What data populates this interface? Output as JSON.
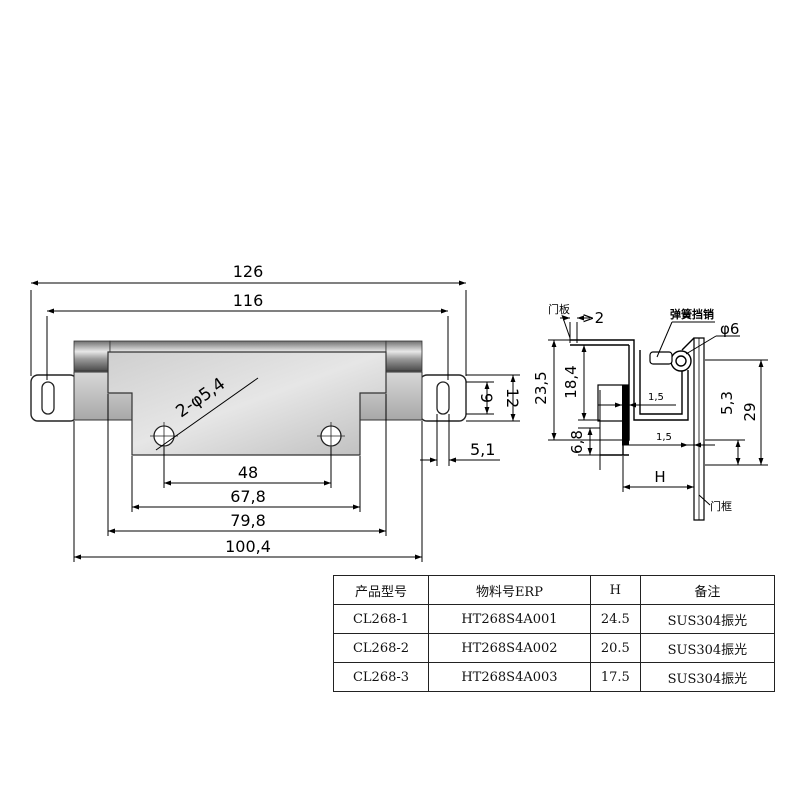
{
  "front_view": {
    "dims": {
      "overall": "126",
      "leaf": "116",
      "holes": "2-φ5,4",
      "height_9": "9",
      "height_12": "12",
      "offset": "5,1",
      "w48": "48",
      "w678": "67,8",
      "w798": "79,8",
      "w1004": "100,4"
    }
  },
  "side_view": {
    "labels": {
      "door_panel": "门板",
      "spring_pin": "弹簧挡销",
      "door_frame": "门框"
    },
    "dims": {
      "gap": ">2",
      "phi6": "φ6",
      "d235": "23,5",
      "d184": "18,4",
      "d15a": "1,5",
      "d68": "6,8",
      "d15b": "1,5",
      "d53": "5,3",
      "d29": "29",
      "h": "H"
    }
  },
  "spec_table": {
    "headers": [
      "产品型号",
      "物料号ERP",
      "H",
      "备注"
    ],
    "rows": [
      [
        "CL268-1",
        "HT268S4A001",
        "24.5",
        "SUS304振光"
      ],
      [
        "CL268-2",
        "HT268S4A002",
        "20.5",
        "SUS304振光"
      ],
      [
        "CL268-3",
        "HT268S4A003",
        "17.5",
        "SUS304振光"
      ]
    ]
  }
}
